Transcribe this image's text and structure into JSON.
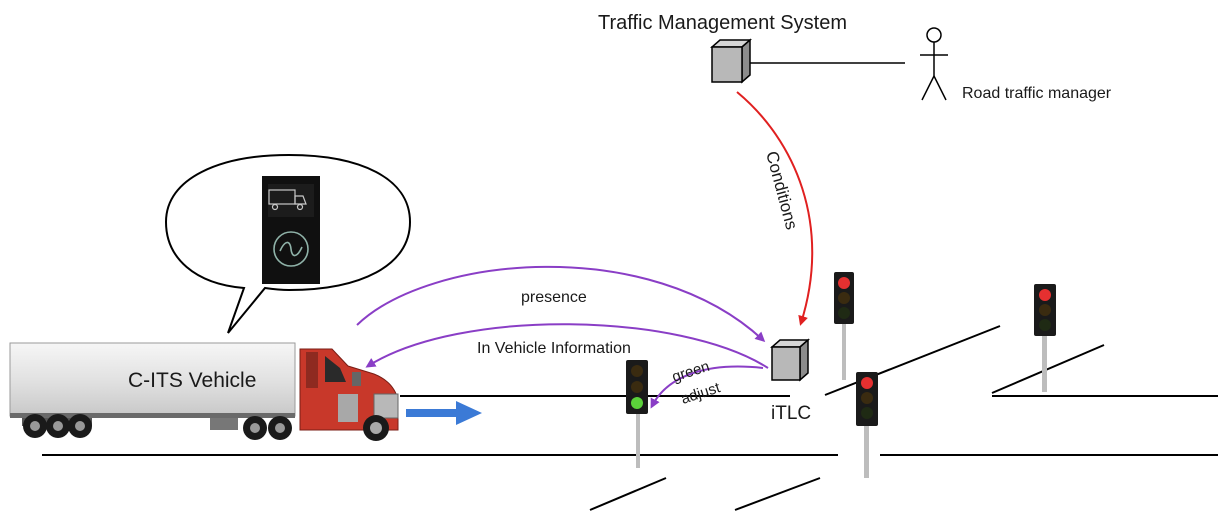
{
  "labels": {
    "tms": "Traffic Management System",
    "manager": "Road traffic manager",
    "conditions": "Conditions",
    "presence": "presence",
    "ivi": "In Vehicle Information",
    "green": "green",
    "adjust": "adjust",
    "itlc": "iTLC",
    "vehicle": "C-ITS Vehicle"
  },
  "colors": {
    "conditions_arrow": "#e02020",
    "message_arrow": "#8a3ec6",
    "motion_arrow": "#3b7ad6",
    "red_on": "#e53030",
    "green_on": "#5bd13a",
    "lamp_off": "#3a2b10",
    "truck_cab": "#c8382a",
    "sign_bg": "#101010"
  },
  "icons": {
    "tms": "server-box-icon",
    "manager": "stick-figure-icon",
    "itlc": "controller-box-icon",
    "sign": "truck-sign-icon",
    "motion": "arrow-right-icon"
  }
}
